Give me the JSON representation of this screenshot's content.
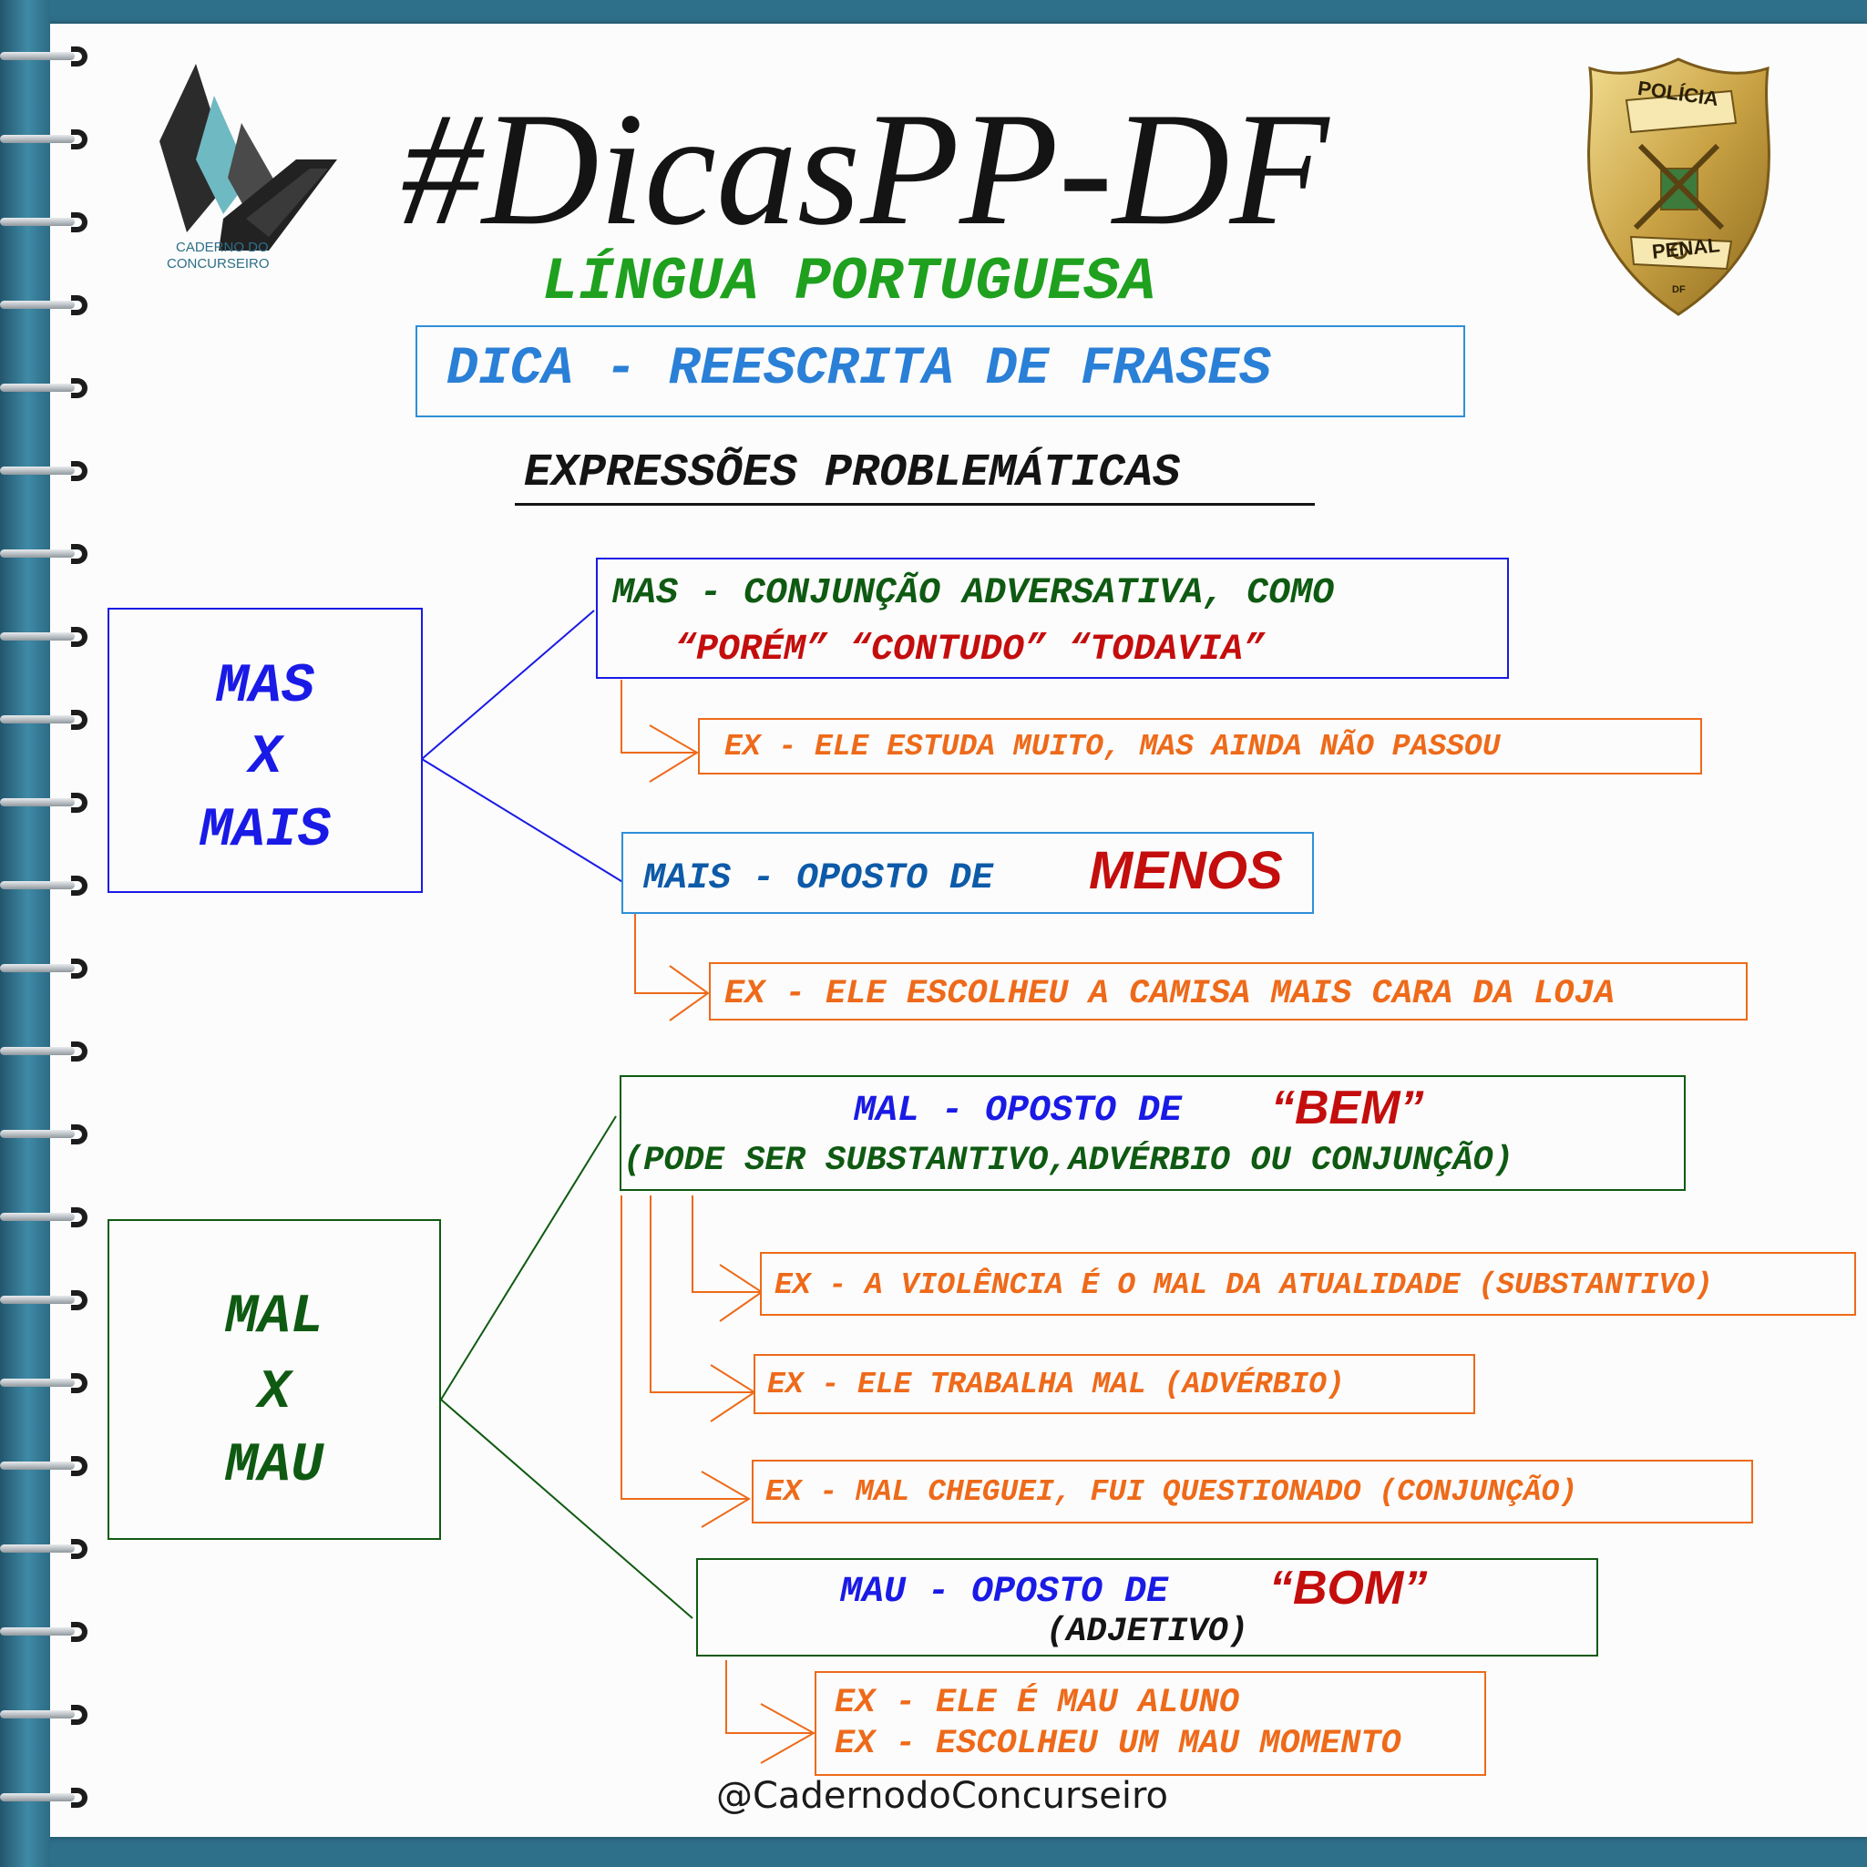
{
  "header": {
    "hashtag": "#DicasPP-DF",
    "subject": "LÍNGUA PORTUGUESA",
    "tip_title": "DICA - REESCRITA DE FRASES",
    "section_title": "EXPRESSÕES PROBLEMÁTICAS"
  },
  "logo": {
    "line1": "CADERNO DO",
    "line2": "CONCURSEIRO"
  },
  "badge": {
    "top": "POLÍCIA",
    "bottom": "PENAL",
    "small": "DF"
  },
  "mas_mais": {
    "key": [
      "MAS",
      "X",
      "MAIS"
    ],
    "mas_def_line1": "MAS - CONJUNÇÃO ADVERSATIVA, COMO",
    "mas_def_line2": "“PORÉM” “CONTUDO” “TODAVIA”",
    "mas_example": "EX - ELE ESTUDA MUITO, MAS AINDA NÃO PASSOU",
    "mais_def": "MAIS - OPOSTO DE",
    "mais_word": "MENOS",
    "mais_example": "EX - ELE ESCOLHEU A CAMISA MAIS CARA DA LOJA"
  },
  "mal_mau": {
    "key": [
      "MAL",
      "X",
      "MAU"
    ],
    "mal_def": "MAL - OPOSTO DE",
    "mal_word": "“BEM”",
    "mal_note": "(PODE SER SUBSTANTIVO,ADVÉRBIO OU CONJUNÇÃO)",
    "mal_examples": [
      "EX - A VIOLÊNCIA É O MAL DA ATUALIDADE (SUBSTANTIVO)",
      "EX - ELE TRABALHA MAL (ADVÉRBIO)",
      "EX - MAL CHEGUEI, FUI QUESTIONADO (CONJUNÇÃO)"
    ],
    "mau_def": "MAU - OPOSTO DE",
    "mau_word": "“BOM”",
    "mau_note": "(ADJETIVO)",
    "mau_examples": [
      "EX - ELE É MAU ALUNO",
      "EX - ESCOLHEU UM MAU MOMENTO"
    ]
  },
  "footer": {
    "handle": "@CadernodoConcurseiro"
  },
  "colors": {
    "blue": "#1a1ae6",
    "green": "#0f5a12",
    "bright_green": "#1fa01f",
    "red": "#c40d0d",
    "orange": "#ee6a1a",
    "teal": "#2e6f89"
  }
}
